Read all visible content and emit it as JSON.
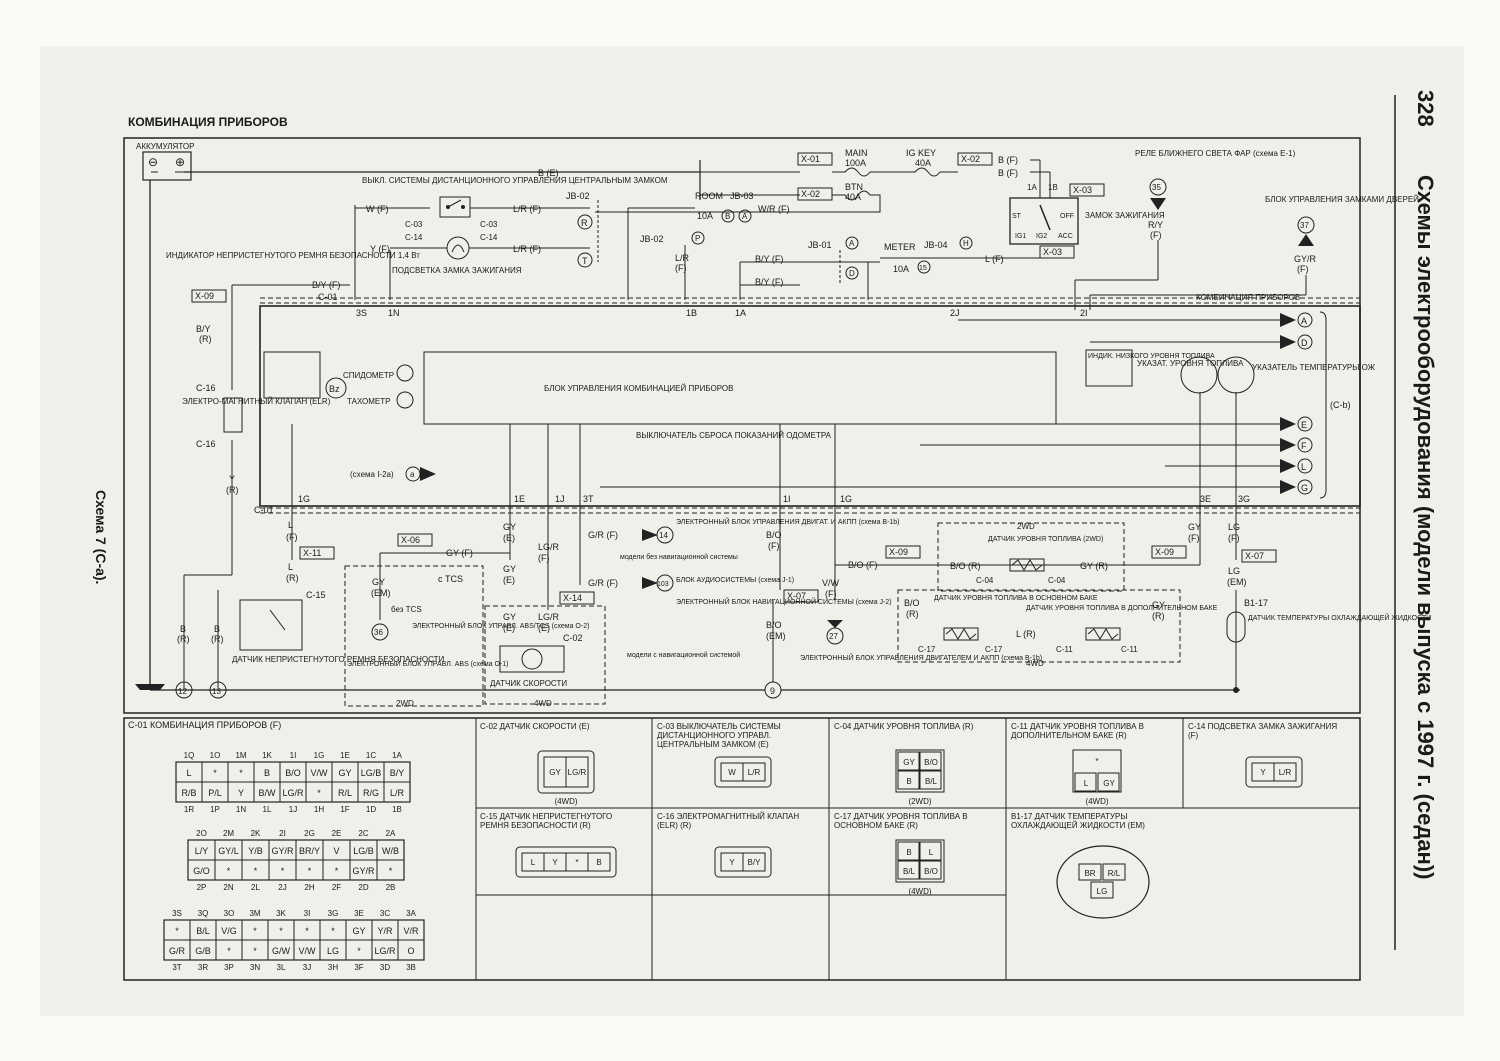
{
  "page": {
    "number": "328",
    "side_title": "Схемы электрооборудования (модели выпуска с 1997 г. (седан))",
    "scheme_label": "Схема 7 (С-a)."
  },
  "diagram": {
    "title": "КОМБИНАЦИЯ ПРИБОРОВ",
    "battery": "АККУМУЛЯТОР",
    "fuse_main": [
      "MAIN",
      "100A"
    ],
    "fuse_btn": [
      "BTN",
      "40A"
    ],
    "fuse_igkey": [
      "IG KEY",
      "40A"
    ],
    "fuse_room": [
      "ROOM",
      "10A"
    ],
    "fuse_meter": [
      "METER",
      "10A"
    ],
    "xref": {
      "x01": "X-01",
      "x02": "X-02",
      "x02b": "X-02",
      "x03": "X-03",
      "x03b": "X-03",
      "x06": "X-06",
      "x07": "X-07",
      "x07b": "X-07",
      "x09": "X-09",
      "x09b": "X-09",
      "x09c": "X-09",
      "x11": "X-11",
      "x14": "X-14"
    },
    "jb": {
      "jb02a": "JB-02",
      "jb03": "JB-03",
      "jb02b": "JB-02",
      "jb01": "JB-01",
      "jb04": "JB-04"
    },
    "wires": {
      "be": "B (E)",
      "bf1": "B (F)",
      "bf2": "B (F)",
      "wf": "W (F)",
      "lrf1": "L/R (F)",
      "yf": "Y (F)",
      "lrf2": "L/R (F)",
      "wrf": "W/R (F)",
      "lr": "L/R",
      "f": "(F)",
      "by1": "B/Y (F)",
      "by2": "B/Y (F)",
      "by3": "B/Y (F)",
      "lf": "L (F)",
      "ry": "R/Y",
      "ryf": "(F)",
      "gyr": "GY/R",
      "gyrf": "(F)",
      "byr": "B/Y",
      "byrr": "(R)",
      "yr": "Y",
      "yrr": "(R)",
      "l": "L",
      "lF": "(F)",
      "lr2": "L",
      "lr2r": "(R)",
      "br1": "B",
      "br1r": "(R)",
      "br2": "B",
      "br2r": "(R)",
      "gyf": "GY (F)",
      "gyem": "GY",
      "gyemem": "(EM)",
      "gy1": "GY",
      "gy1e": "(E)",
      "gy2": "GY",
      "gy2e": "(E)",
      "gy3": "GY",
      "gy3e": "(E)",
      "lgr1": "LG/R",
      "lgr1f": "(F)",
      "lgr2": "LG/R",
      "lgr2e": "(E)",
      "grf1": "G/R (F)",
      "grf2": "G/R (F)",
      "bo1": "B/O",
      "bo1f": "(F)",
      "bo2": "B/O",
      "bo2em": "(EM)",
      "vw": "V/W",
      "vwf": "(F)",
      "bof": "B/O (F)",
      "bor": "B/O (R)",
      "gyr2": "GY (R)",
      "bo3": "B/O",
      "bo3r": "(R)",
      "lR": "L (R)",
      "gy4": "GY",
      "gy4r": "(R)",
      "gy5": "GY",
      "gy5f": "(F)",
      "lg1": "LG",
      "lg1f": "(F)",
      "lg2": "LG",
      "lg2em": "(EM)"
    },
    "pins": [
      "3S",
      "1N",
      "1B",
      "1A",
      "2J",
      "2I",
      "1G",
      "1E",
      "1J",
      "3T",
      "1I",
      "1G",
      "3E",
      "3G",
      "1A",
      "1B"
    ],
    "connectors": {
      "c01": "C-01",
      "c01b": "C-01",
      "c03a": "C-03",
      "c03b": "C-03",
      "c14a": "C-14",
      "c14b": "C-14",
      "c16a": "C-16",
      "c16b": "C-16",
      "c15": "C-15",
      "c02": "C-02",
      "c04a": "C-04",
      "c04b": "C-04",
      "c17a": "C-17",
      "c17b": "C-17",
      "c11a": "C-11",
      "c11b": "C-11",
      "b17": "B1-17"
    },
    "labels": {
      "remote_switch": "ВЫКЛ. СИСТЕМЫ ДИСТАНЦИОННОГО УПРАВЛЕНИЯ ЦЕНТРАЛЬНЫМ ЗАМКОМ",
      "ign_light": "ПОДСВЕТКА ЗАМКА ЗАЖИГАНИЯ",
      "belt_ind": "ИНДИКАТОР НЕПРИСТЕГНУТОГО РЕМНЯ БЕЗОПАСНОСТИ 1,4 Вт",
      "elr": "ЭЛЕКТРО-МАГНИТНЫЙ КЛАПАН (ELR)",
      "speedo": "СПИДОМЕТР",
      "tacho": "ТАХОМЕТР",
      "ecu": "БЛОК УПРАВЛЕНИЯ КОМБИНАЦИЕЙ ПРИБОРОВ",
      "odo": "ВЫКЛЮЧАТЕЛЬ СБРОСА ПОКАЗАНИЙ ОДОМЕТРА",
      "scheme_i2a": "(схема I-2a)",
      "lowfuel": "ИНДИК. НИЗКОГО УРОВНЯ ТОПЛИВА",
      "fuelgauge": "УКАЗАТ. УРОВНЯ ТОПЛИВА",
      "tempgauge": "УКАЗАТЕЛЬ ТЕМПЕРАТУРЫ ОЖ",
      "combi": "КОМБИНАЦИЯ ПРИБОРОВ",
      "cb": "(C-b)",
      "headlamp_relay": "РЕЛЕ БЛИЖНЕГО СВЕТА ФАР (схема E-1)",
      "door_lock": "БЛОК УПРАВЛЕНИЯ ЗАМКАМИ ДВЕРЕЙ",
      "ign_switch": "ЗАМОК ЗАЖИГАНИЯ",
      "ign_pos": [
        "ST",
        "IG1",
        "IG2",
        "OFF",
        "ACC"
      ],
      "belt_sensor": "ДАТЧИК НЕПРИСТЕГНУТОГО РЕМНЯ БЕЗОПАСНОСТИ",
      "abs_ecu": "ЭЛЕКТРОННЫЙ БЛОК УПРАВЛ. ABS (схема O-1)",
      "no_tcs": "без TCS",
      "with_tcs": "с TCS",
      "abs_tcs_ecu": "ЭЛЕКТРОННЫЙ БЛОК УПРАВЛ. ABS/TCS (схема O-2)",
      "speed_sensor": "ДАТЧИК СКОРОСТИ",
      "engine_ecu_b1b": "ЭЛЕКТРОННЫЙ БЛОК УПРАВЛЕНИЯ ДВИГАТ. И АКПП (схема B-1b)",
      "no_nav": "модели без навигационной системы",
      "audio": "БЛОК АУДИОСИСТЕМЫ (схема J-1)",
      "nav": "ЭЛЕКТРОННЫЙ БЛОК НАВИГАЦИОННОЙ СИСТЕМЫ (схема J-2)",
      "with_nav": "модели с навигационной системой",
      "engine_ecu2": "ЭЛЕКТРОННЫЙ БЛОК УПРАВЛЕНИЯ ДВИГАТЕЛЕМ И АКПП (схема B-1b)",
      "fuel_2wd": "ДАТЧИК УРОВНЯ ТОПЛИВА (2WD)",
      "fuel_main": "ДАТЧИК УРОВНЯ ТОПЛИВА В ОСНОВНОМ БАКЕ",
      "fuel_add": "ДАТЧИК УРОВНЯ ТОПЛИВА В ДОПОЛНИТЕЛЬНОМ БАКЕ",
      "coolant": "ДАТЧИК ТЕМПЕРАТУРЫ ОХЛАЖДАЮЩЕЙ ЖИДКОСТИ",
      "wd2": "2WD",
      "wd4": "4WD",
      "wd2b": "2WD",
      "wd4b": "4WD",
      "bz": "Bz"
    },
    "circles": {
      "R": "R",
      "T": "T",
      "P": "P",
      "B": "B",
      "A": "A",
      "A2": "A",
      "D": "D",
      "H": "H",
      "n15": "15",
      "n35": "35",
      "n37": "37",
      "n14": "14",
      "n103": "103",
      "n36": "36",
      "n27": "27",
      "n9": "9",
      "n12": "12",
      "n13": "13",
      "a": "a"
    },
    "outputs": [
      "A",
      "D",
      "E",
      "F",
      "L",
      "G"
    ]
  },
  "table": {
    "c01": {
      "title": "C-01 КОМБИНАЦИЯ ПРИБОРОВ (F)",
      "b1_top": [
        "1Q",
        "1O",
        "1M",
        "1K",
        "1I",
        "1G",
        "1E",
        "1C",
        "1A"
      ],
      "b1_row1": [
        "L",
        "*",
        "*",
        "B",
        "B/O",
        "V/W",
        "GY",
        "LG/B",
        "B/Y"
      ],
      "b1_row2": [
        "R/B",
        "P/L",
        "Y",
        "B/W",
        "LG/R",
        "*",
        "R/L",
        "R/G",
        "L/R"
      ],
      "b1_bot": [
        "1R",
        "1P",
        "1N",
        "1L",
        "1J",
        "1H",
        "1F",
        "1D",
        "1B"
      ],
      "b2_top": [
        "2O",
        "2M",
        "2K",
        "2I",
        "2G",
        "2E",
        "2C",
        "2A"
      ],
      "b2_row1": [
        "L/Y",
        "GY/L",
        "Y/B",
        "GY/R",
        "BR/Y",
        "V",
        "LG/B",
        "W/B"
      ],
      "b2_row2": [
        "G/O",
        "*",
        "*",
        "*",
        "*",
        "*",
        "GY/R",
        "*"
      ],
      "b2_bot": [
        "2P",
        "2N",
        "2L",
        "2J",
        "2H",
        "2F",
        "2D",
        "2B"
      ],
      "b3_top": [
        "3S",
        "3Q",
        "3O",
        "3M",
        "3K",
        "3I",
        "3G",
        "3E",
        "3C",
        "3A"
      ],
      "b3_row1": [
        "*",
        "B/L",
        "V/G",
        "*",
        "*",
        "*",
        "*",
        "GY",
        "Y/R",
        "V/R"
      ],
      "b3_row2": [
        "G/R",
        "G/B",
        "*",
        "*",
        "G/W",
        "V/W",
        "LG",
        "*",
        "LG/R",
        "O"
      ],
      "b3_bot": [
        "3T",
        "3R",
        "3P",
        "3N",
        "3L",
        "3J",
        "3H",
        "3F",
        "3D",
        "3B"
      ]
    },
    "cells": [
      {
        "id": "C-02",
        "title": "C-02 ДАТЧИК СКОРОСТИ (E)",
        "pins": [
          "GY",
          "LG/R"
        ],
        "note": "(4WD)"
      },
      {
        "id": "C-03",
        "title": "C-03 ВЫКЛЮЧАТЕЛЬ СИСТЕМЫ ДИСТАНЦИОННОГО УПРАВЛ. ЦЕНТРАЛЬНЫМ ЗАМКОМ (E)",
        "pins": [
          "W",
          "L/R"
        ],
        "note": ""
      },
      {
        "id": "C-04",
        "title": "C-04 ДАТЧИК УРОВНЯ ТОПЛИВА (R)",
        "pins": [
          "GY",
          "B/O",
          "B",
          "B/L"
        ],
        "note": "(2WD)"
      },
      {
        "id": "C-11",
        "title": "C-11 ДАТЧИК УРОВНЯ ТОПЛИВА В ДОПОЛНИТЕЛЬНОМ БАКЕ (R)",
        "pins": [
          "*",
          "L",
          "GY"
        ],
        "note": "(4WD)"
      },
      {
        "id": "C-14",
        "title": "C-14 ПОДСВЕТКА ЗАМКА ЗАЖИГАНИЯ (F)",
        "pins": [
          "Y",
          "L/R"
        ],
        "note": ""
      },
      {
        "id": "C-15",
        "title": "C-15 ДАТЧИК НЕПРИСТЕГНУТОГО РЕМНЯ БЕЗОПАСНОСТИ (R)",
        "pins": [
          "L",
          "Y",
          "*",
          "B"
        ],
        "note": ""
      },
      {
        "id": "C-16",
        "title": "C-16 ЭЛЕКТРОМАГНИТНЫЙ КЛАПАН (ELR) (R)",
        "pins": [
          "Y",
          "B/Y"
        ],
        "note": ""
      },
      {
        "id": "C-17",
        "title": "C-17 ДАТЧИК УРОВНЯ ТОПЛИВА В ОСНОВНОМ БАКЕ (R)",
        "pins": [
          "B",
          "L",
          "B/L",
          "B/O"
        ],
        "note": "(4WD)"
      },
      {
        "id": "B1-17",
        "title": "B1-17 ДАТЧИК ТЕМПЕРАТУРЫ ОХЛАЖДАЮЩЕЙ ЖИДКОСТИ (EM)",
        "pins": [
          "BR",
          "R/L",
          "LG"
        ],
        "note": ""
      }
    ]
  }
}
